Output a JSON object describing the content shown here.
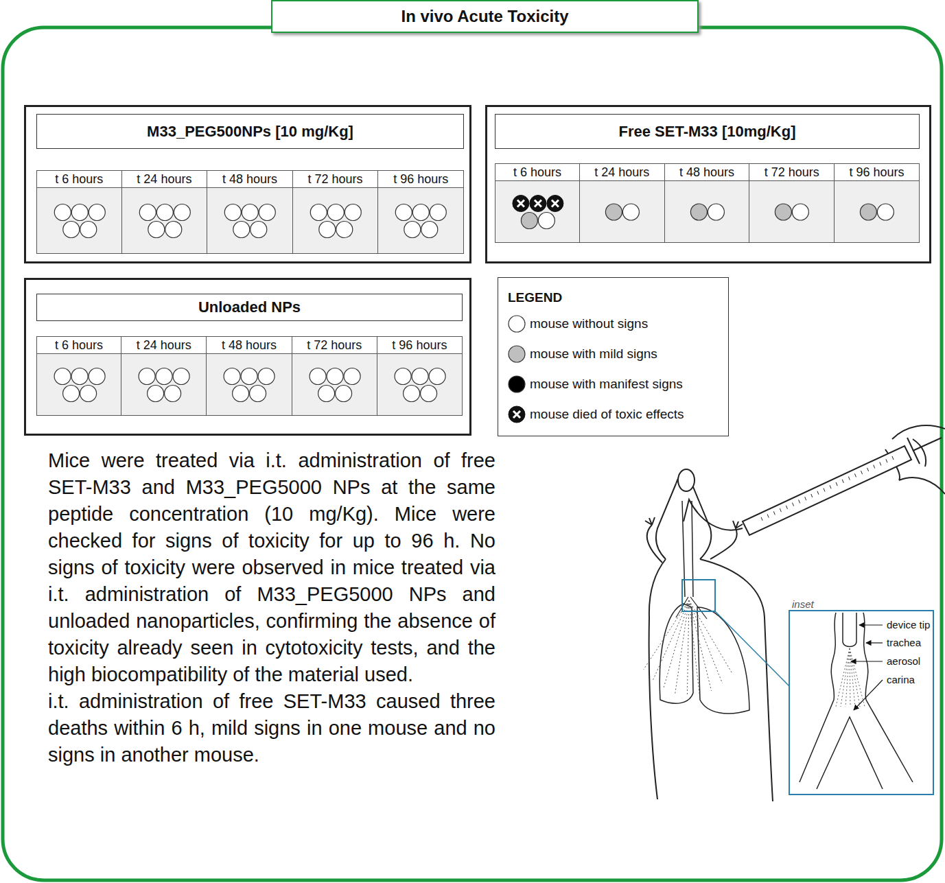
{
  "diagram": {
    "title": "In vivo Acute Toxicity",
    "nodes": [
      {
        "text": [
          "M33_PEG500NPs [10 mg/Kg]"
        ]
      },
      {
        "text": [
          "t 6 hours"
        ],
        "in": 0
      },
      {
        "text": [
          "t 24 hours"
        ],
        "in": 0
      },
      {
        "text": [
          "t 48 hours"
        ],
        "in": 0
      },
      {
        "text": [
          "t 72 hours"
        ],
        "in": 0
      },
      {
        "text": [
          "t 96 hours"
        ],
        "in": 0
      },
      {
        "text": [
          "Free SET-M33 [10mg/Kg]"
        ]
      },
      {
        "text": [
          "t 6 hours"
        ],
        "in": 6
      },
      {
        "text": [
          "t 24 hours"
        ],
        "in": 6
      },
      {
        "text": [
          "t 48 hours"
        ],
        "in": 6
      },
      {
        "text": [
          "t 72 hours"
        ],
        "in": 6
      },
      {
        "text": [
          "t 96 hours"
        ],
        "in": 6
      },
      {
        "text": [
          "Unloaded NPs"
        ]
      },
      {
        "text": [
          "t 6 hours"
        ],
        "in": 12
      },
      {
        "text": [
          "t 24 hours"
        ],
        "in": 12
      },
      {
        "text": [
          "t 48 hours"
        ],
        "in": 12
      },
      {
        "text": [
          "t 72 hours"
        ],
        "in": 12
      },
      {
        "text": [
          "t 96 hours"
        ],
        "in": 12
      }
    ],
    "labels": [
      "LEGEND",
      "Mice were treated via i.t. administration of free SET-M33 and M33_PEG5000 NPs at the same peptide concentration (10 mg/Kg). Mice were checked for signs of toxicity for up to 96 h. No signs of toxicity were observed in mice treated via i.t. administration of M33_PEG5000 NPs and unloaded nanoparticles, confirming the absence of toxicity already seen in cytotoxicity tests, and the high biocompatibility of the material used.",
      "i.t. administration of free SET-M33 caused three deaths within 6 h, mild signs in one mouse and no signs in another mouse.",
      "inset",
      "device tip",
      "trachea",
      "aerosol",
      "carina"
    ],
    "legend": [
      {
        "text": "mouse without signs",
        "color": "#ffffff"
      },
      {
        "text": "mouse with mild signs",
        "color": "#bfbfbf"
      },
      {
        "text": "mouse with manifest signs",
        "color": "#000000"
      },
      {
        "text": "mouse died of toxic effects"
      }
    ]
  }
}
